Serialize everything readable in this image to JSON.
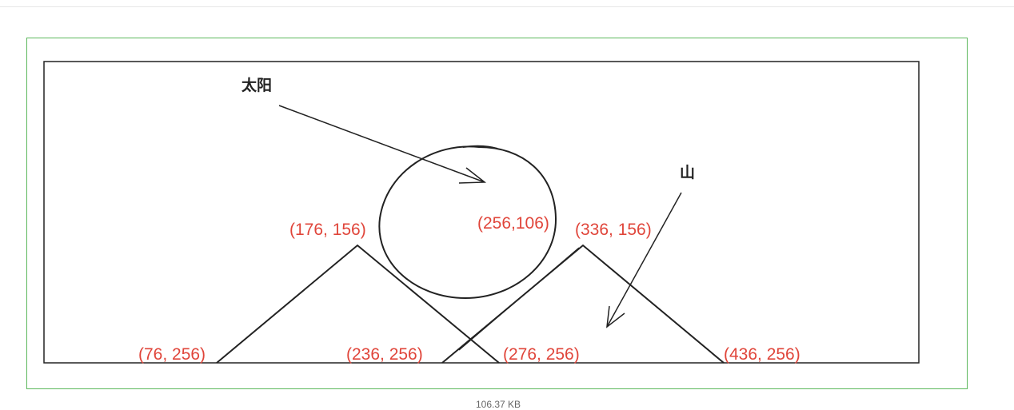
{
  "diagram": {
    "labels": {
      "sun": "太阳",
      "mountain": "山"
    },
    "coordinates": {
      "sun_center": "(256,106)",
      "peak_left": "(176, 156)",
      "peak_right": "(336, 156)",
      "base_1": "(76, 256)",
      "base_2": "(236, 256)",
      "base_3": "(276, 256)",
      "base_4": "(436, 256)"
    },
    "colors": {
      "coordinate_text": "#e0453a",
      "stroke": "#222222",
      "frame_border": "#5cb85c"
    }
  },
  "attachment": {
    "file_size": "106.37 KB"
  }
}
